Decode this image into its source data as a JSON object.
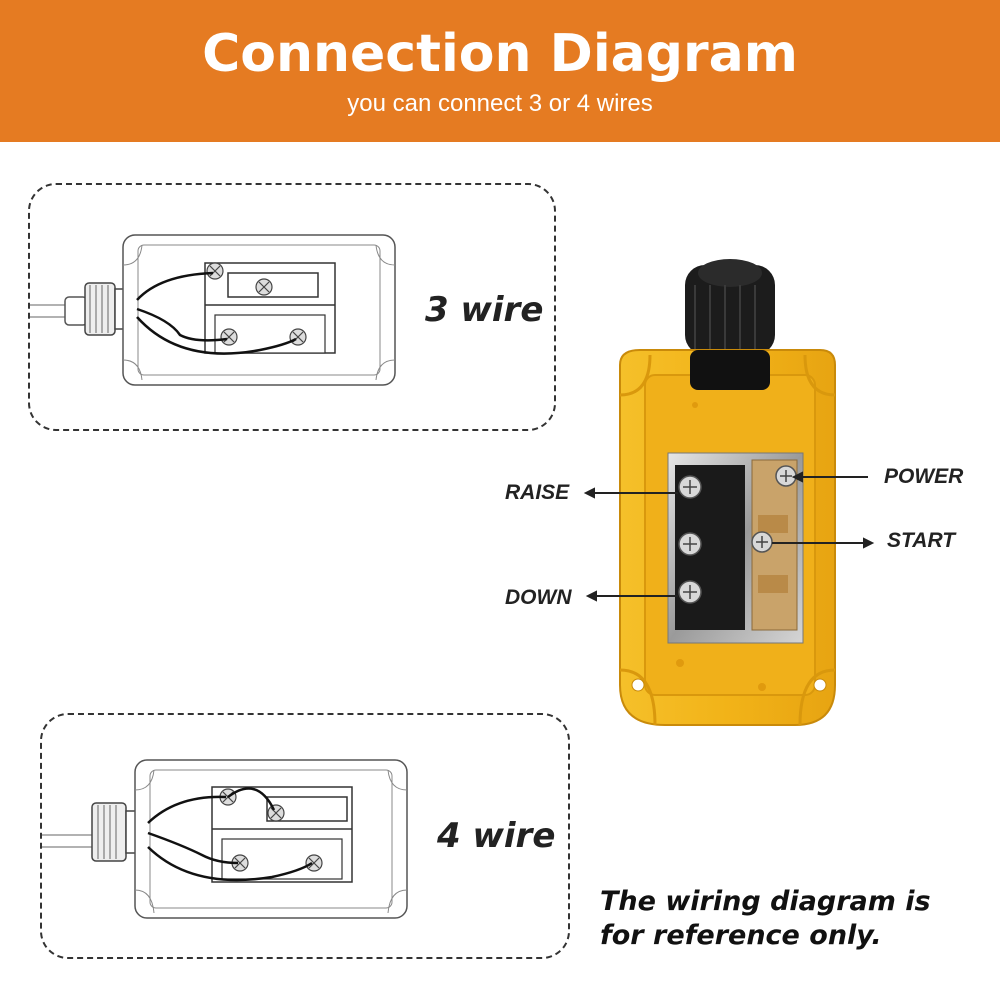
{
  "header": {
    "title": "Connection Diagram",
    "subtitle": "you can connect 3 or 4 wires",
    "background_color": "#E57B22"
  },
  "diagrams": [
    {
      "label": "3 wire"
    },
    {
      "label": "4 wire"
    }
  ],
  "photo": {
    "housing_color": "#F2B318",
    "terminals": {
      "raise": "RAISE",
      "down": "DOWN",
      "power": "POWER",
      "start": "START"
    }
  },
  "note": "The wiring diagram is for reference only."
}
